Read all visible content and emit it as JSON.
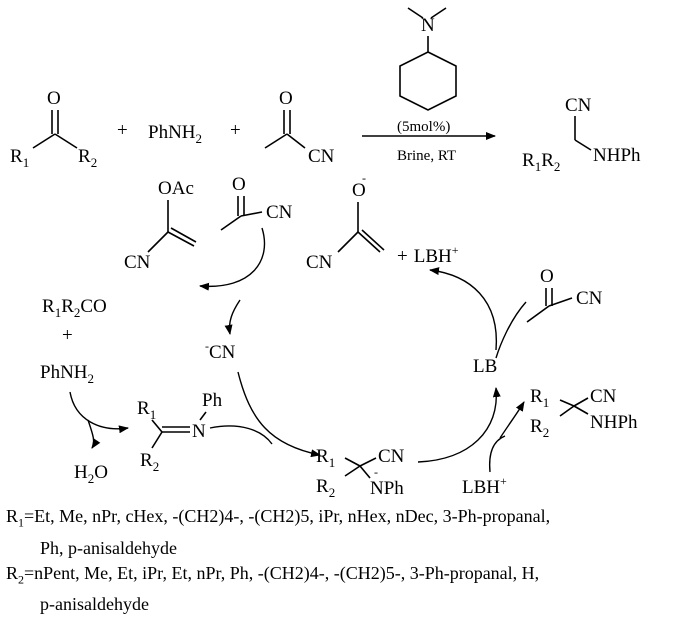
{
  "reaction": {
    "catalyst_loading": "(5mol%)",
    "conditions": "Brine, RT",
    "plus": "+",
    "aniline": "PhNH",
    "aniline_sub": "2",
    "cyanide_group": "CN",
    "ketone_r1": "R",
    "ketone_r2": "R",
    "sub_1": "1",
    "sub_2": "2",
    "oxygen": "O",
    "product_group": "NHPh"
  },
  "cycle": {
    "enol_acetate": "OAc",
    "enolate_charge": "-",
    "lbh": "LBH",
    "lbh_sup": "+",
    "cyanide_anion": "CN",
    "cyanide_charge": "-",
    "carbonyl": "R",
    "carbonyl_tail": "CO",
    "imine_n": "N",
    "imine_ph": "Ph",
    "water": "H",
    "water_tail": "O",
    "amide_anion": "NPh",
    "amide_charge": "-",
    "base": "LB",
    "product_group": "NHPh"
  },
  "legend": {
    "r1_label": "R",
    "r1_sub": "1",
    "r1_text": "=Et, Me, nPr, cHex, -(CH2)4-, -(CH2)5, iPr, nHex, nDec, 3-Ph-propanal,",
    "r1_text_cont": "Ph, p-anisaldehyde",
    "r2_label": "R",
    "r2_sub": "2",
    "r2_text": "=nPent, Me, Et, iPr, Et, nPr, Ph, -(CH2)4-, -(CH2)5-, 3-Ph-propanal, H,",
    "r2_text_cont": "p-anisaldehyde"
  }
}
